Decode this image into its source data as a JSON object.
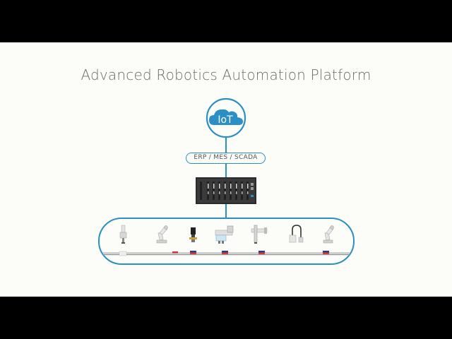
{
  "title": "Advanced Robotics Automation Platform",
  "cloud_label": "IoT",
  "integration_label": "ERP / MES / SCADA",
  "colors": {
    "accent_blue": "#2a8fc4",
    "controller_dark": "#2b2b2b",
    "background": "#fcfcf8",
    "marker_red": "#d23a3a",
    "marker_navy": "#2b3a8c"
  },
  "icons": [
    "cloud-icon",
    "controller-rack-icon",
    "linear-actuator-icon",
    "robot-arm-icon",
    "camera-sensor-icon",
    "servo-gripper-icon",
    "rail-axis-icon",
    "gripper-hook-icon",
    "robot-arm-icon"
  ]
}
